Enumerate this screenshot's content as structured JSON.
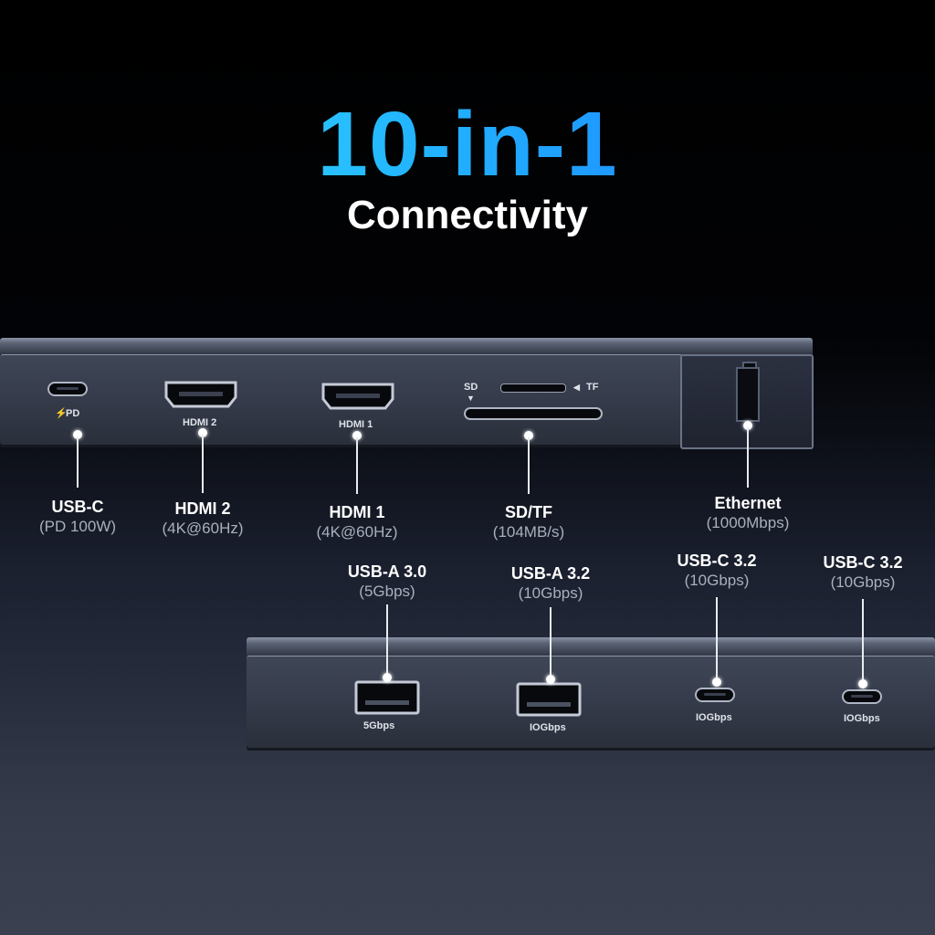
{
  "title": "10-in-1",
  "subtitle": "Connectivity",
  "port_labels": {
    "usbc_pd": "PD",
    "hdmi2": "HDMI 2",
    "hdmi1": "HDMI 1",
    "sd": "SD",
    "tf": "TF",
    "usba30": "5Gbps",
    "usba32": "IOGbps",
    "usbc32a": "IOGbps",
    "usbc32b": "IOGbps"
  },
  "callouts": {
    "usbc": {
      "name": "USB-C",
      "spec": "(PD 100W)"
    },
    "hdmi2": {
      "name": "HDMI 2",
      "spec": "(4K@60Hz)"
    },
    "hdmi1": {
      "name": "HDMI 1",
      "spec": "(4K@60Hz)"
    },
    "sdtf": {
      "name": "SD/TF",
      "spec": "(104MB/s)"
    },
    "ethernet": {
      "name": "Ethernet",
      "spec": "(1000Mbps)"
    },
    "usba30": {
      "name": "USB-A 3.0",
      "spec": "(5Gbps)"
    },
    "usba32": {
      "name": "USB-A 3.2",
      "spec": "(10Gbps)"
    },
    "usbc32a": {
      "name": "USB-C 3.2",
      "spec": "(10Gbps)"
    },
    "usbc32b": {
      "name": "USB-C 3.2",
      "spec": "(10Gbps)"
    }
  },
  "colors": {
    "title_gradient_start": "#3ee8ff",
    "title_gradient_end": "#1a6cff",
    "spec_text": "#a9b0bd"
  }
}
